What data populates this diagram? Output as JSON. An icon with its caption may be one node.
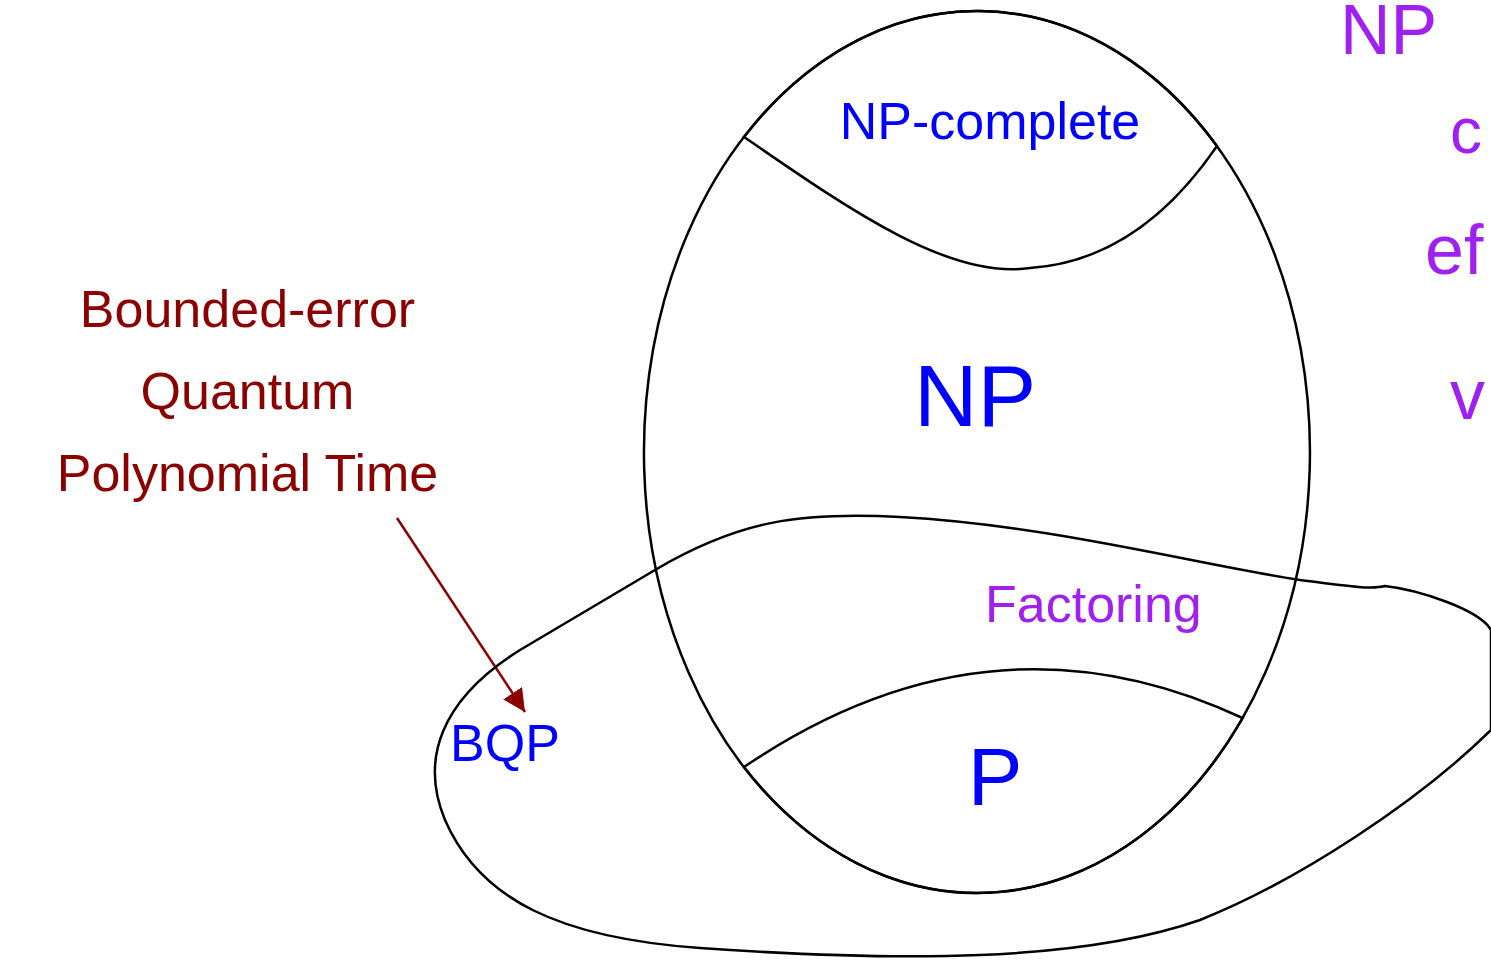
{
  "diagram": {
    "nodes": [
      {
        "text": [
          "NP"
        ]
      },
      {
        "text": [
          "NP-complete"
        ],
        "in": 0
      },
      {
        "text": [
          "BQP"
        ]
      },
      {
        "text": [
          "P"
        ]
      },
      {
        "text": [
          "Bounded-error Quantum Polynomial Time"
        ]
      }
    ],
    "edges": [
      {
        "from": 4,
        "to": 2,
        "arrow": "to",
        "color": "#8b0000"
      }
    ],
    "labels": [
      "Factoring",
      "NP",
      "c",
      "ef",
      "v"
    ]
  }
}
